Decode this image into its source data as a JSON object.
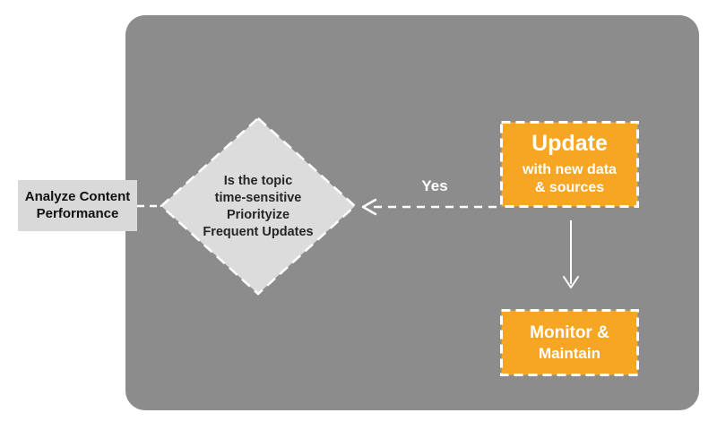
{
  "nodes": {
    "analyze": {
      "label": "Analyze Content Performance"
    },
    "decision": {
      "lines": [
        "Is the topic",
        "time-sensitive",
        "Priorityize",
        "Frequent Updates"
      ]
    },
    "update": {
      "title": "Update",
      "subtitle_lines": [
        "with new data",
        "& sources"
      ]
    },
    "monitor": {
      "lines": [
        "Monitor &",
        "Maintain"
      ]
    }
  },
  "edges": {
    "yes_label": "Yes"
  },
  "colors": {
    "panel_gray": "#8C8C8C",
    "node_gray": "#D9D9D9",
    "diamond_gray": "#DCDCDC",
    "accent_orange": "#F6A623",
    "stroke_white": "#FFFFFF",
    "text_dark": "#262626"
  }
}
